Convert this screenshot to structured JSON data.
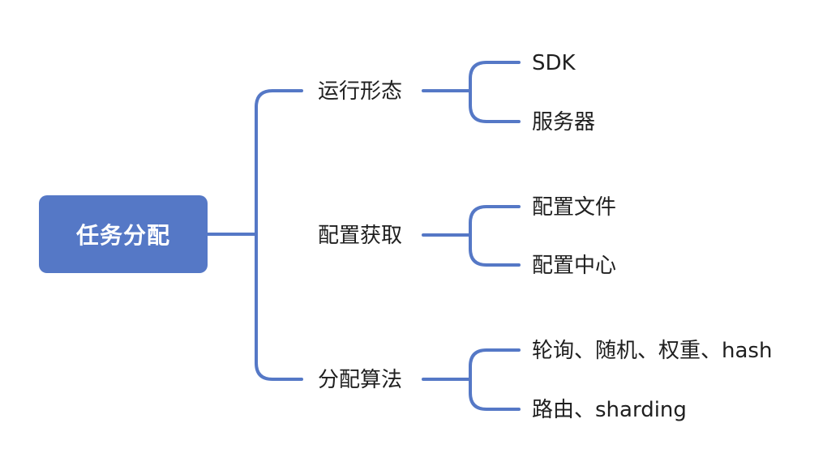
{
  "colors": {
    "accent": "#5578c6",
    "line": "#5578c6",
    "text": "#1f1f1f"
  },
  "root": {
    "label": "任务分配"
  },
  "branches": [
    {
      "label": "运行形态",
      "children": [
        "SDK",
        "服务器"
      ]
    },
    {
      "label": "配置获取",
      "children": [
        "配置文件",
        "配置中心"
      ]
    },
    {
      "label": "分配算法",
      "children": [
        "轮询、随机、权重、hash",
        "路由、sharding"
      ]
    }
  ]
}
